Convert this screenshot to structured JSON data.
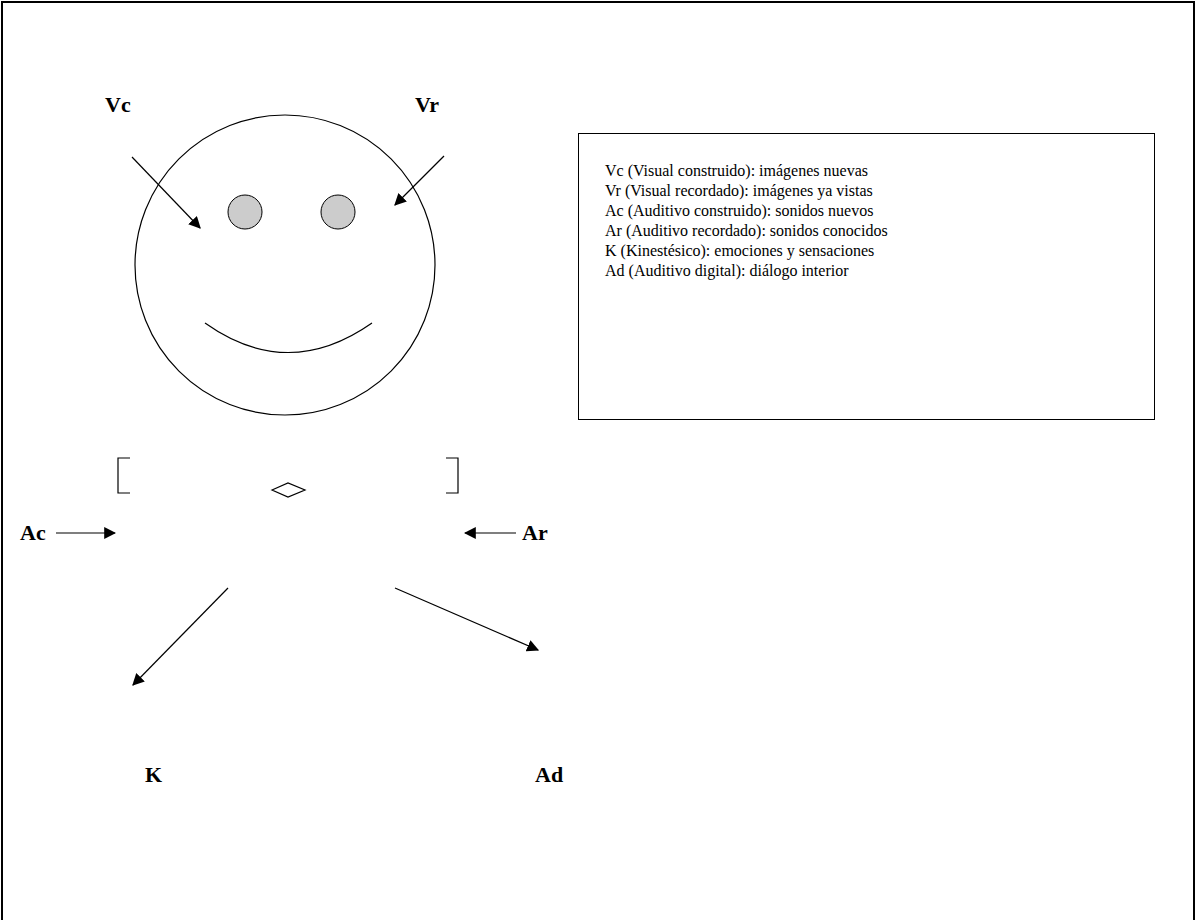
{
  "diagram": {
    "nodes": [
      {
        "text": [
          "Vc (Visual construido): imágenes nuevas",
          "Vr (Visual recordado): imágenes ya vistas",
          "Ac (Auditivo construido): sonidos nuevos",
          "Ar (Auditivo recordado): sonidos conocidos",
          "K (Kinestésico): emociones y sensaciones",
          "Ad (Auditivo digital): diálogo interior"
        ]
      }
    ],
    "labels": [
      "Vc",
      "Vr",
      "Ac",
      "Ar",
      "K",
      "Ad"
    ]
  }
}
